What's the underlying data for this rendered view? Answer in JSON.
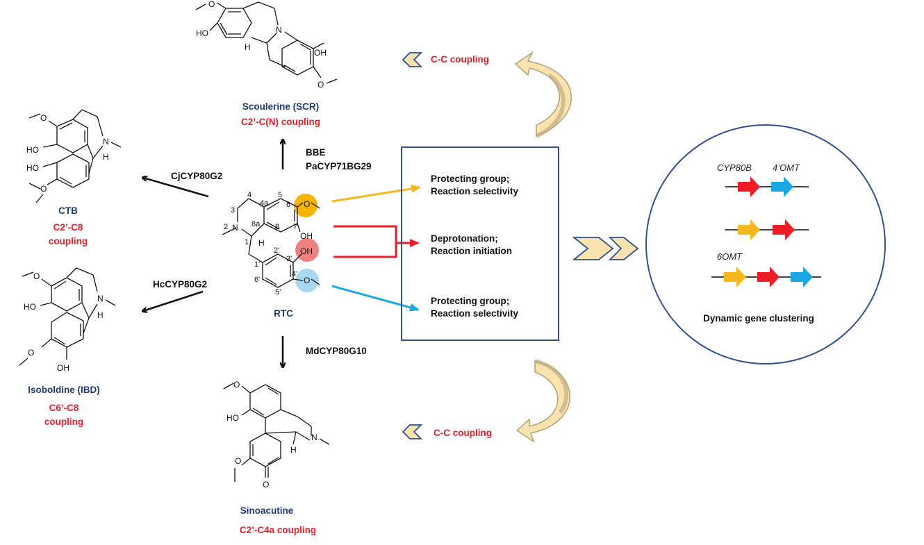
{
  "molecules": {
    "scoulerine": {
      "name": "Scoulerine (SCR)",
      "coupling": "C2’-C(N) coupling"
    },
    "ctb": {
      "name": "CTB",
      "coupling_1": "C2’-C8",
      "coupling_2": "coupling"
    },
    "isoboldine": {
      "name": "Isoboldine (IBD)",
      "coupling_1": "C6’-C8",
      "coupling_2": "coupling"
    },
    "sinoacutine": {
      "name": "Sinoacutine",
      "coupling": "C2’-C4a coupling"
    },
    "rtc": {
      "name": "RTC"
    }
  },
  "enzymes": {
    "bbe": "BBE",
    "pacyp": "PaCYP71BG29",
    "cjcyp": "CjCYP80G2",
    "hccyp": "HcCYP80G2",
    "mdcyp": "MdCYP80G10"
  },
  "atoms": {
    "oh": "OH",
    "ho": "HO",
    "n": "N",
    "h": "H",
    "o": "O"
  },
  "rtc_numbers": [
    "4",
    "5",
    "4a",
    "6",
    "3",
    "7",
    "2",
    "8a",
    "8",
    "1",
    "2'",
    "3'",
    "1'",
    "4'",
    "6'",
    "5'"
  ],
  "box": {
    "item1_line1": "Protecting group;",
    "item1_line2": "Reaction selectivity",
    "item2_line1": "Deprotonation;",
    "item2_line2": "Reaction initiation",
    "item3_line1": "Protecting group;",
    "item3_line2": "Reaction selectivity"
  },
  "cc_coupling_top": "C-C coupling",
  "cc_coupling_bottom": "C-C coupling",
  "genes": {
    "cyp80b": "CYP80B",
    "omt4": "4’OMT",
    "omt6": "6OMT"
  },
  "cluster_title": "Dynamic gene clustering",
  "colors": {
    "yellow": "#f5b81c",
    "red": "#ee1c24",
    "blue": "#1aa7e4",
    "navy": "#1f3b73",
    "box_border": "#2f4f8f",
    "tan": "#b7a57a",
    "cream": "#fbe3b0",
    "orange_highlight": "#f5b400",
    "pink_highlight": "#f08080",
    "lightblue_highlight": "#a8d8f0"
  }
}
